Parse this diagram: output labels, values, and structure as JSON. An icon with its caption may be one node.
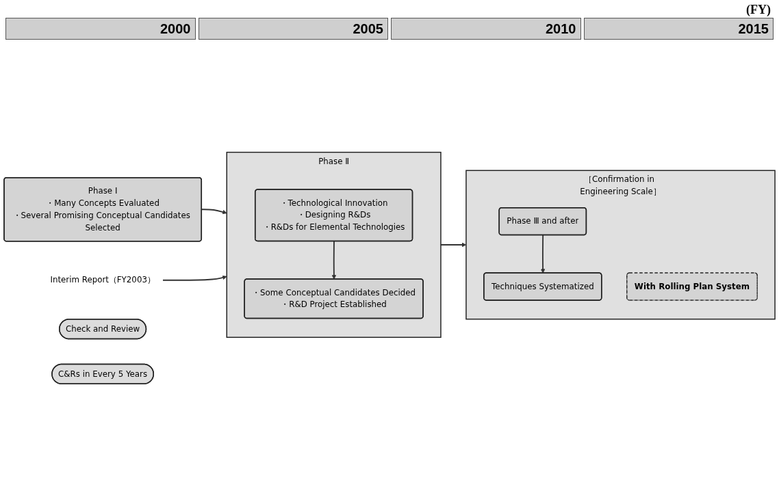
{
  "diagram": {
    "nodes": [
      {
        "text": [
          "Phase Ⅰ",
          "・Many Concepts Evaluated",
          "・Several Promising Conceptual Candidates Selected"
        ]
      },
      {
        "text": [
          "Interim Report（FY2003）"
        ]
      },
      {
        "text": [
          "Phase Ⅱ"
        ]
      },
      {
        "text": [
          "・Technological Innovation",
          "・Designing R&Ds",
          "・R&Ds for Elemental Technologies"
        ],
        "in": 2
      },
      {
        "text": [
          "・Some Conceptual Candidates Decided",
          "・R&D Project Established"
        ],
        "in": 2
      },
      {
        "text": [
          "Check and Review"
        ]
      },
      {
        "text": [
          "［Confirmation in Engineering Scale］"
        ]
      },
      {
        "text": [
          "Phase Ⅲ and after"
        ],
        "in": 6
      },
      {
        "text": [
          "Techniques Systematized"
        ],
        "in": 6
      },
      {
        "text": [
          "With Rolling Plan System"
        ],
        "in": 6
      },
      {
        "text": [
          "C&Rs in Every 5 Years"
        ]
      }
    ],
    "edges": [
      {
        "from": 0,
        "to": 2,
        "arrow": "to"
      },
      {
        "from": 1,
        "to": 2,
        "arrow": "to"
      },
      {
        "from": 3,
        "to": 4,
        "arrow": "to"
      },
      {
        "from": 2,
        "to": 6,
        "arrow": "to"
      },
      {
        "from": 7,
        "to": 8,
        "arrow": "to"
      }
    ],
    "labels": [
      "(FY)",
      "2000",
      "2005",
      "2010",
      "2015"
    ]
  }
}
